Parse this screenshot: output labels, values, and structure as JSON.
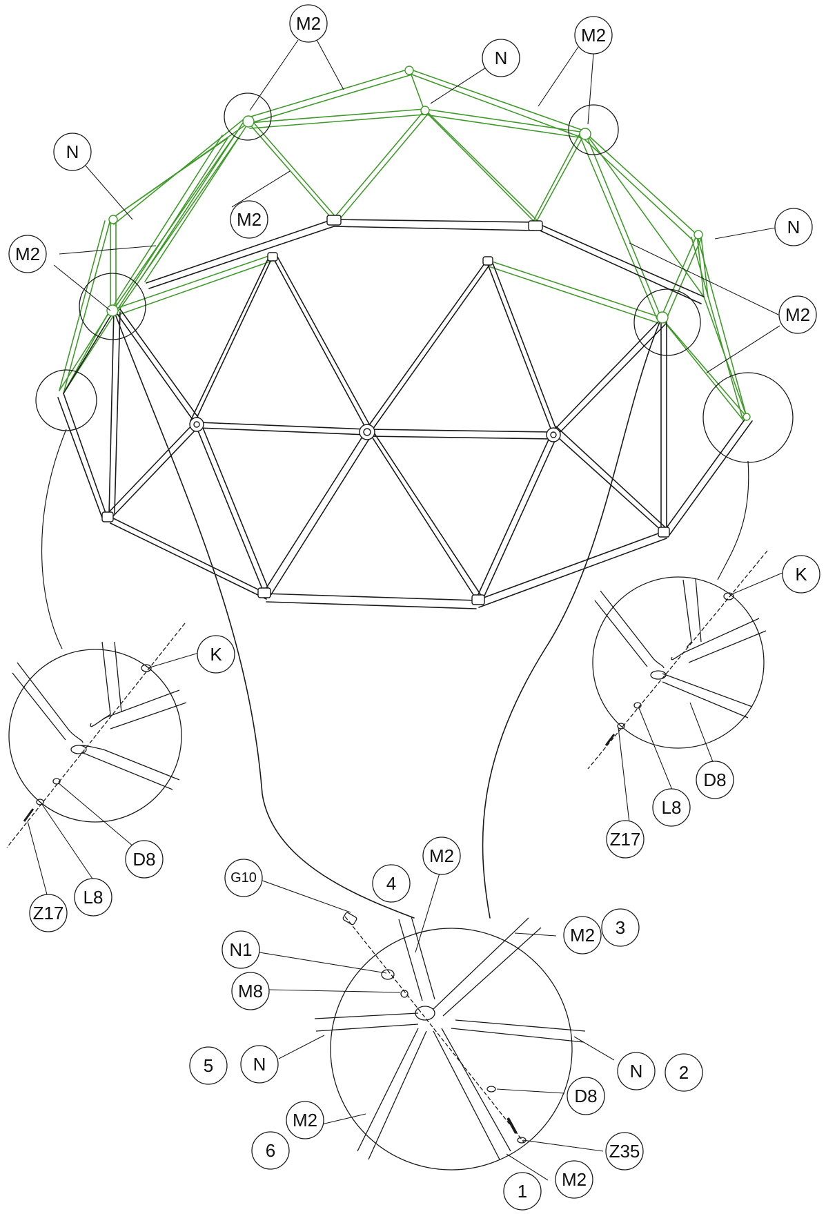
{
  "colors": {
    "ink": "#1a1a1a",
    "highlight": "#3f9a2a",
    "background": "#ffffff"
  },
  "callouts": {
    "m2_top_1": "M2",
    "n_top": "N",
    "m2_top_2": "M2",
    "n_left": "N",
    "m2_mid": "M2",
    "m2_left": "M2",
    "n_right": "N",
    "m2_right": "M2",
    "k_right": "K",
    "d8_right": "D8",
    "l8_right": "L8",
    "z17_right": "Z17",
    "k_left": "K",
    "d8_left": "D8",
    "l8_left": "L8",
    "z17_left": "Z17",
    "g10": "G10",
    "n1": "N1",
    "m8": "M8",
    "num_4": "4",
    "m2_hub_top": "M2",
    "m2_hub_3": "M2",
    "num_3": "3",
    "num_5": "5",
    "n_hub_left": "N",
    "n_hub_right": "N",
    "num_2": "2",
    "d8_hub": "D8",
    "m2_hub_6": "M2",
    "num_6": "6",
    "z35": "Z35",
    "num_1": "1",
    "m2_hub_1": "M2"
  }
}
